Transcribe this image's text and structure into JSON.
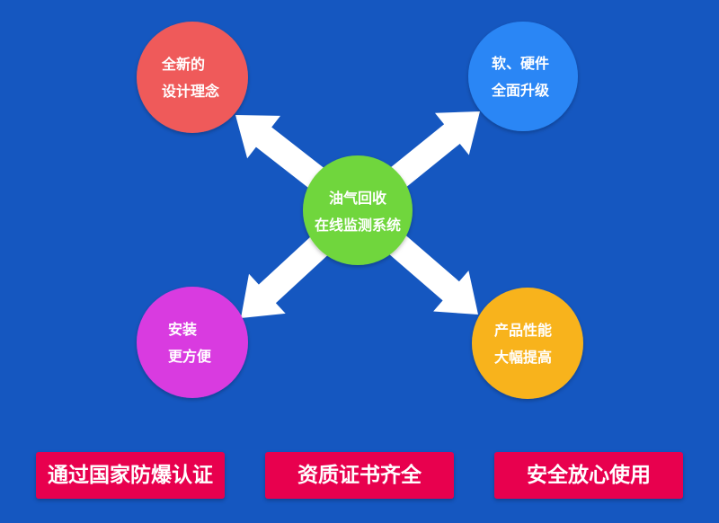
{
  "colors": {
    "background": "#1557c0",
    "arrow": "#ffffff",
    "center": "#6fd63d",
    "top_left": "#ef5a5a",
    "top_right": "#2a86f5",
    "bottom_left": "#d93be0",
    "bottom_right": "#f8b31e",
    "badge": "#e8004e"
  },
  "center": {
    "line1": "油气回收",
    "line2": "在线监测系统"
  },
  "nodes": {
    "top_left": {
      "line1": "全新的",
      "line2": "设计理念"
    },
    "top_right": {
      "line1": "软、硬件",
      "line2": "全面升级"
    },
    "bottom_left": {
      "line1": "安装",
      "line2": "更方便"
    },
    "bottom_right": {
      "line1": "产品性能",
      "line2": "大幅提高"
    }
  },
  "badges": [
    {
      "label": "通过国家防爆认证"
    },
    {
      "label": "资质证书齐全"
    },
    {
      "label": "安全放心使用"
    }
  ]
}
